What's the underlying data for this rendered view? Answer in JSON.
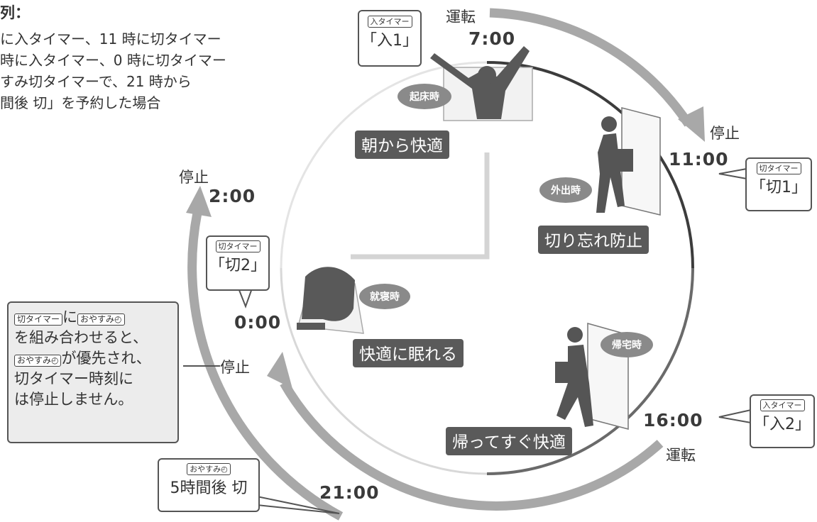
{
  "example": {
    "title": "列：",
    "lines": [
      "に入タイマー、11 時に切タイマー",
      "時に入タイマー、0 時に切タイマー",
      "すみ切タイマーで、21 時から",
      "間後 切」を予約した場合"
    ]
  },
  "clock": {
    "times": {
      "t700": "7:00",
      "t1100": "11:00",
      "t1600": "16:00",
      "t2100": "21:00",
      "t000": "0:00",
      "t200": "2:00"
    },
    "states": {
      "run_top": "運転",
      "stop_1100": "停止",
      "run_1600": "運転",
      "stop_200": "停止",
      "stop_000": "停止"
    },
    "labels": {
      "morning": "朝から快適",
      "forget": "切り忘れ防止",
      "return": "帰ってすぐ快適",
      "sleep": "快適に眠れる"
    },
    "scenes": {
      "wake": "起床時",
      "out": "外出時",
      "sleep": "就寝時",
      "home": "帰宅時"
    }
  },
  "callouts": {
    "on1": {
      "badge": "入タイマー",
      "text": "「入1」"
    },
    "off1": {
      "badge": "切タイマー",
      "text": "「切1」"
    },
    "on2": {
      "badge": "入タイマー",
      "text": "「入2」"
    },
    "off2": {
      "badge": "切タイマー",
      "text": "「切2」"
    },
    "sleep": {
      "badge": "おやすみ◴",
      "text": "5時間後 切"
    }
  },
  "note": {
    "badge1": "切タイマー",
    "ni": "に",
    "badge2": "おやすみ◴",
    "line2": "を組み合わせると、",
    "badge3": "おやすみ◴",
    "line3": "が優先され、",
    "line4": "切タイマー時刻に",
    "line5": "は停止しません。"
  },
  "colors": {
    "arrow": "#a8a8a8",
    "dark": "#5a5a5a",
    "ring": "#666666"
  }
}
